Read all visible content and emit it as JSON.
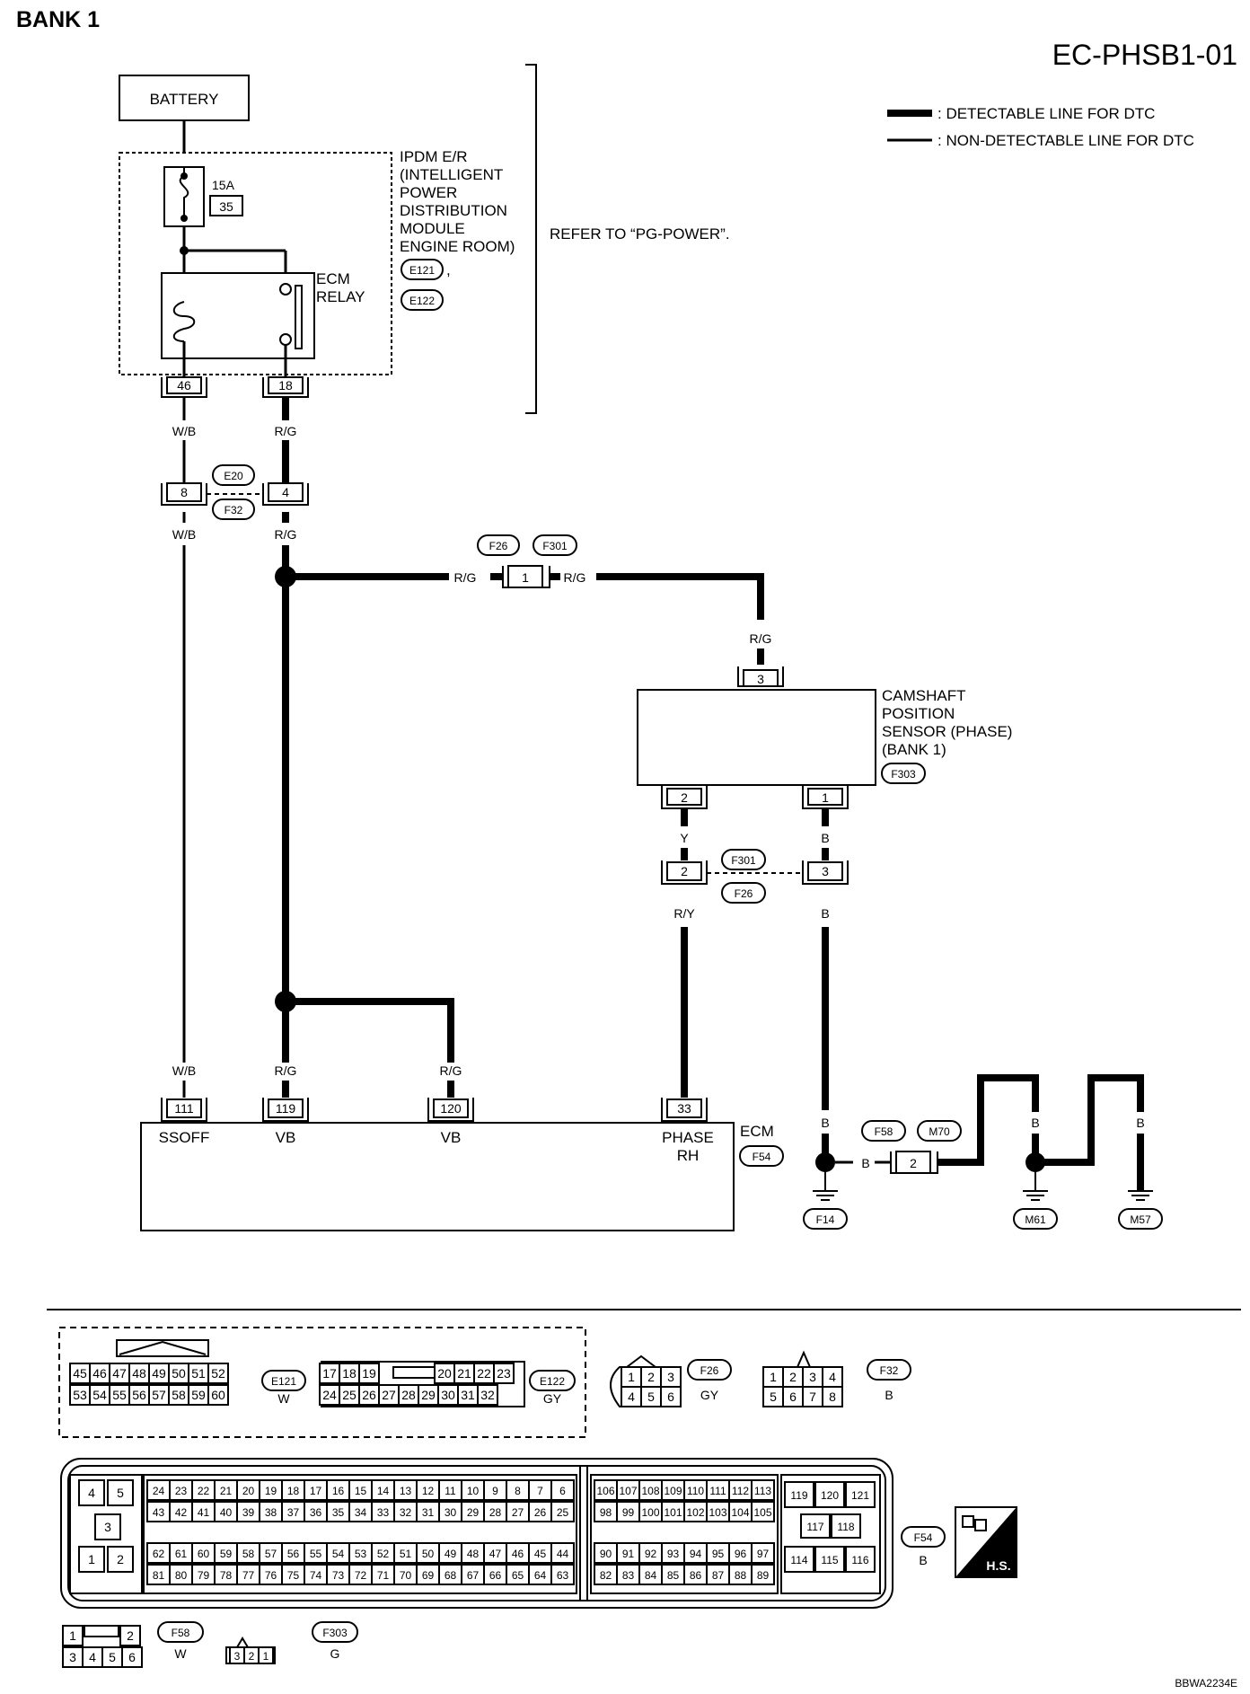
{
  "header": {
    "title": "BANK 1",
    "code": "EC-PHSB1-01"
  },
  "legend": {
    "detectable": ": DETECTABLE LINE FOR DTC",
    "non_detectable": ": NON-DETECTABLE LINE FOR DTC"
  },
  "battery": {
    "label": "BATTERY"
  },
  "ipdm": {
    "fuse_rating": "15A",
    "fuse_number": "35",
    "name_lines": [
      "IPDM E/R",
      "(INTELLIGENT",
      "POWER",
      "DISTRIBUTION",
      "MODULE",
      "ENGINE ROOM)"
    ],
    "conn1": "E121",
    "sep": ",",
    "conn2": "E122",
    "relay_lines": [
      "ECM",
      "RELAY"
    ],
    "pin_a": "46",
    "pin_b": "18",
    "refer": "REFER TO “PG-POWER”."
  },
  "wires": {
    "wb": "W/B",
    "rg": "R/G",
    "y": "Y",
    "ry": "R/Y",
    "b": "B"
  },
  "jc_e20": {
    "c1": "E20",
    "c2": "F32",
    "pin_a": "8",
    "pin_b": "4"
  },
  "jc_f26": {
    "c1": "F26",
    "c2": "F301",
    "pin": "1"
  },
  "sensor": {
    "name_lines": [
      "CAMSHAFT",
      "POSITION",
      "SENSOR (PHASE)",
      "(BANK 1)"
    ],
    "conn": "F303",
    "pin_top": "3",
    "pin_left": "2",
    "pin_right": "1"
  },
  "jc_f301": {
    "c1": "F301",
    "c2": "F26",
    "pin_a": "2",
    "pin_b": "3"
  },
  "ecm": {
    "label": "ECM",
    "conn": "F54",
    "pins": [
      "111",
      "119",
      "120",
      "33"
    ],
    "names": [
      "SSOFF",
      "VB",
      "VB",
      "PHASE"
    ],
    "name_extra": "RH"
  },
  "grounds": {
    "f58": "F58",
    "m70": "M70",
    "pin": "2",
    "labels": [
      "F14",
      "M61",
      "M57"
    ]
  },
  "connectors": {
    "e121_top": [
      "45",
      "46",
      "47",
      "48",
      "49",
      "50",
      "51",
      "52"
    ],
    "e121_bot": [
      "53",
      "54",
      "55",
      "56",
      "57",
      "58",
      "59",
      "60"
    ],
    "e121_id": "E121",
    "e121_color": "W",
    "e122_top_l": [
      "17",
      "18",
      "19"
    ],
    "e122_top_r": [
      "20",
      "21",
      "22",
      "23"
    ],
    "e122_bot": [
      "24",
      "25",
      "26",
      "27",
      "28",
      "29",
      "30",
      "31",
      "32"
    ],
    "e122_id": "E122",
    "e122_color": "GY",
    "f26_top": [
      "1",
      "2",
      "3"
    ],
    "f26_bot": [
      "4",
      "5",
      "6"
    ],
    "f26_id": "F26",
    "f26_color": "GY",
    "f32_top": [
      "1",
      "2",
      "3",
      "4"
    ],
    "f32_bot": [
      "5",
      "6",
      "7",
      "8"
    ],
    "f32_id": "F32",
    "f32_color": "B",
    "f54_left": [
      "4",
      "5",
      "3",
      "1",
      "2"
    ],
    "f54_r1": [
      "24",
      "23",
      "22",
      "21",
      "20",
      "19",
      "18",
      "17",
      "16",
      "15",
      "14",
      "13",
      "12",
      "11",
      "10",
      "9",
      "8",
      "7",
      "6"
    ],
    "f54_r2": [
      "43",
      "42",
      "41",
      "40",
      "39",
      "38",
      "37",
      "36",
      "35",
      "34",
      "33",
      "32",
      "31",
      "30",
      "29",
      "28",
      "27",
      "26",
      "25"
    ],
    "f54_r3": [
      "62",
      "61",
      "60",
      "59",
      "58",
      "57",
      "56",
      "55",
      "54",
      "53",
      "52",
      "51",
      "50",
      "49",
      "48",
      "47",
      "46",
      "45",
      "44"
    ],
    "f54_r4": [
      "81",
      "80",
      "79",
      "78",
      "77",
      "76",
      "75",
      "74",
      "73",
      "72",
      "71",
      "70",
      "69",
      "68",
      "67",
      "66",
      "65",
      "64",
      "63"
    ],
    "f54_m1": [
      "106",
      "107",
      "108",
      "109",
      "110",
      "111",
      "112",
      "113"
    ],
    "f54_m2": [
      "98",
      "99",
      "100",
      "101",
      "102",
      "103",
      "104",
      "105"
    ],
    "f54_m3": [
      "90",
      "91",
      "92",
      "93",
      "94",
      "95",
      "96",
      "97"
    ],
    "f54_m4": [
      "82",
      "83",
      "84",
      "85",
      "86",
      "87",
      "88",
      "89"
    ],
    "f54_rt": [
      "119",
      "120",
      "121",
      "117",
      "118",
      "114",
      "115",
      "116"
    ],
    "f54_id": "F54",
    "f54_color": "B",
    "hs": "H.S.",
    "f58_top": [
      "1",
      "2"
    ],
    "f58_bot": [
      "3",
      "4",
      "5",
      "6"
    ],
    "f58_id": "F58",
    "f58_color": "W",
    "f303_pins": [
      "3",
      "2",
      "1"
    ],
    "f303_id": "F303",
    "f303_color": "G"
  },
  "footer": {
    "code": "BBWA2234E"
  }
}
